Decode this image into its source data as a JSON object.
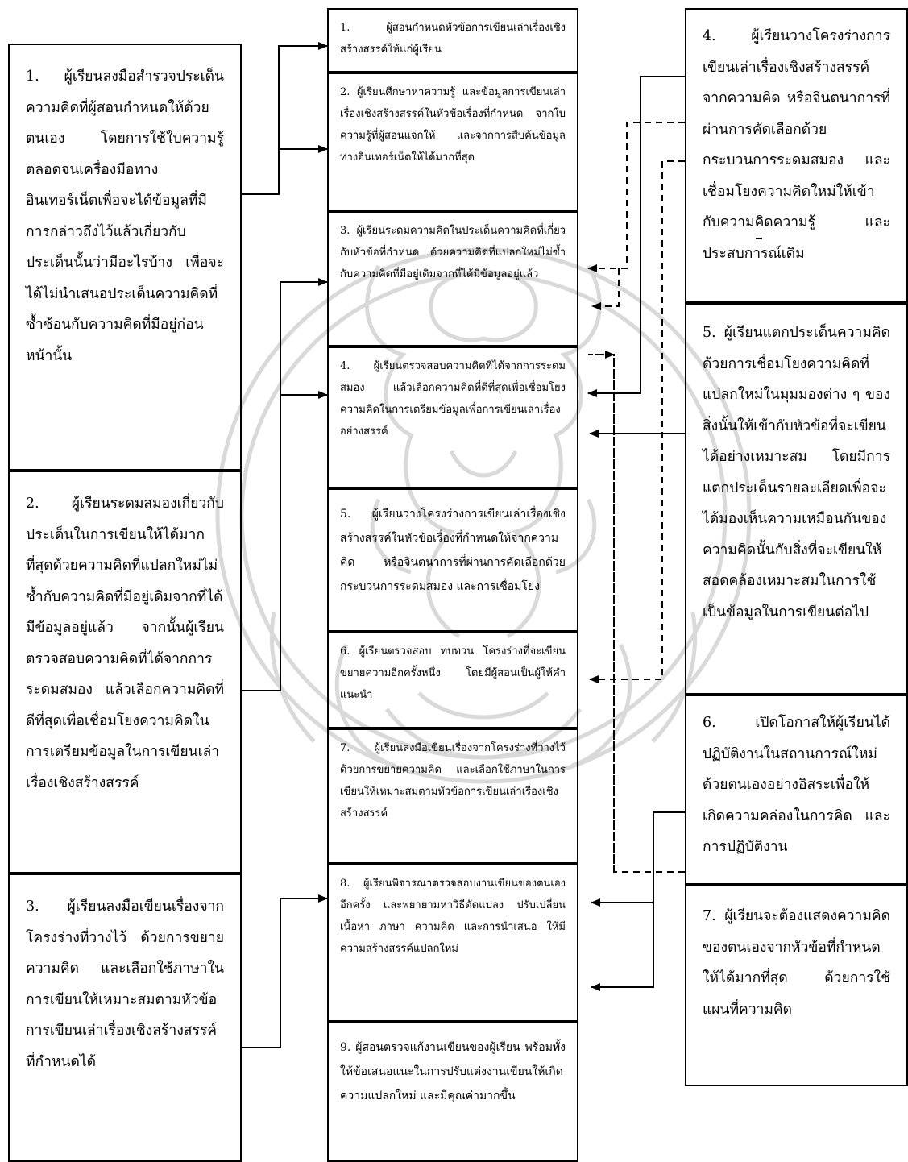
{
  "left_column": [
    "1. ผู้เรียนลงมือสำรวจประเด็นความคิดที่ผู้สอนกำหนดให้ด้วยตนเอง โดยการใช้ใบความรู้ ตลอดจนเครื่องมือทางอินเทอร์เน็ตเพื่อจะได้ข้อมูลที่มีการกล่าวถึงไว้แล้วเกี่ยวกับประเด็นนั้นว่ามีอะไรบ้าง เพื่อจะได้ไม่นำเสนอประเด็นความคิดที่ซ้ำซ้อนกับความคิดที่มีอยู่ก่อนหน้านั้น",
    "2. ผู้เรียนระดมสมองเกี่ยวกับประเด็นในการเขียนให้ได้มากที่สุดด้วยความคิดที่แปลกใหม่ไม่ซ้ำกับความคิดที่มีอยู่เดิมจากที่ได้มีข้อมูลอยู่แล้ว จากนั้นผู้เรียนตรวจสอบความคิดที่ได้จากการระดมสมอง แล้วเลือกความคิดที่ดีที่สุดเพื่อเชื่อมโยงความคิดในการเตรียมข้อมูลในการเขียนเล่าเรื่องเชิงสร้างสรรค์",
    "3. ผู้เรียนลงมือเขียนเรื่องจากโครงร่างที่วางไว้ ด้วยการขยายความคิด และเลือกใช้ภาษาในการเขียนให้เหมาะสมตามหัวข้อการเขียนเล่าเรื่องเชิงสร้างสรรค์ที่กำหนดได้"
  ],
  "middle_column": [
    "1. ผู้สอนกำหนดหัวข้อการเขียนเล่าเรื่องเชิงสร้างสรรค์ให้แก่ผู้เรียน",
    "2. ผู้เรียนศึกษาหาความรู้ และข้อมูลการเขียนเล่าเรื่องเชิงสร้างสรรค์ในหัวข้อเรื่องที่กำหนด จากใบความรู้ที่ผู้สอนแจกให้ และจากการสืบค้นข้อมูลทางอินเทอร์เน็ตให้ได้มากที่สุด",
    "3. ผู้เรียนระดมความคิดในประเด็นความคิดที่เกี่ยวกับหัวข้อที่กำหนด ด้วยความคิดที่แปลกใหม่ไม่ซ้ำกับความคิดที่มีอยู่เดิมจากที่ได้มีข้อมูลอยู่แล้ว",
    "4. ผู้เรียนตรวจสอบความคิดที่ได้จากการระดมสมอง แล้วเลือกความคิดที่ดีที่สุดเพื่อเชื่อมโยงความคิดในการเตรียมข้อมูลเพื่อการเขียนเล่าเรื่องอย่างสรรค์",
    "5. ผู้เรียนวางโครงร่างการเขียนเล่าเรื่องเชิงสร้างสรรค์ในหัวข้อเรื่องที่กำหนดให้จากความคิด หรือจินตนาการที่ผ่านการคัดเลือกด้วยกระบวนการระดมสมอง และการเชื่อมโยง",
    "6. ผู้เรียนตรวจสอบ ทบทวน โครงร่างที่จะเขียนขยายความอีกครั้งหนึ่ง โดยมีผู้สอนเป็นผู้ให้คำแนะนำ",
    "7. ผู้เรียนลงมือเขียนเรื่องจากโครงร่างที่วางไว้ ด้วยการขยายความคิด และเลือกใช้ภาษาในการเขียนให้เหมาะสมตามหัวข้อการเขียนเล่าเรื่องเชิงสร้างสรรค์",
    "8. ผู้เรียนพิจารณาตรวจสอบงานเขียนของตนเองอีกครั้ง และพยายามหาวิธีดัดแปลง ปรับเปลี่ยนเนื้อหา ภาษา ความคิด และการนำเสนอ ให้มีความสร้างสรรค์แปลกใหม่",
    "9. ผู้สอนตรวจแก้งานเขียนของผู้เรียน พร้อมทั้งให้ข้อเสนอแนะในการปรับแต่งงานเขียนให้เกิดความแปลกใหม่ และมีคุณค่ามากขึ้น"
  ],
  "right_column": [
    "4. ผู้เรียนวางโครงร่างการเขียนเล่าเรื่องเชิงสร้างสรรค์จากความคิด หรือจินตนาการที่ผ่านการคัดเลือกด้วยกระบวนการระดมสมอง และเชื่อมโยงความคิดใหม่ให้เข้ากับความคิดความรู้ และประสบการณ์เดิม",
    "5. ผู้เรียนแตกประเด็นความคิดด้วยการเชื่อมโยงความคิดที่แปลกใหม่ในมุมมองต่าง ๆ ของสิ่งนั้นให้เข้ากับหัวข้อที่จะเขียนได้อย่างเหมาะสม โดยมีการแตกประเด็นรายละเอียดเพื่อจะได้มองเห็นความเหมือนกันของความคิดนั้นกับสิ่งที่จะเขียนให้สอดคล้องเหมาะสมในการใช้เป็นข้อมูลในการเขียนต่อไป",
    "6. เปิดโอกาสให้ผู้เรียนได้ปฏิบัติงานในสถานการณ์ใหม่ด้วยตนเองอย่างอิสระเพื่อให้เกิดความคล่องในการคิด และการปฏิบัติงาน",
    "7. ผู้เรียนจะต้องแสดงความคิดของตนเองจากหัวข้อที่กำหนดให้ได้มากที่สุด ด้วยการใช้แผนที่ความคิด"
  ],
  "colors": {
    "line": "#000000",
    "watermark": "#d9d9d9",
    "background": "#ffffff"
  }
}
